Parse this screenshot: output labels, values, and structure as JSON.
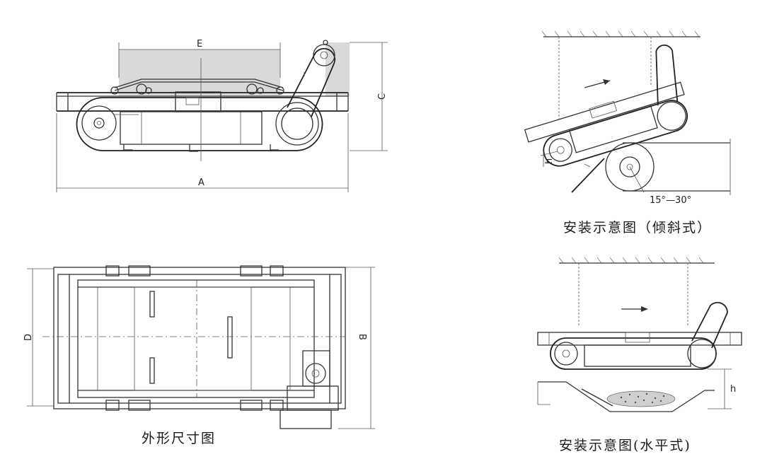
{
  "diagrams": {
    "side_view": {
      "dims": {
        "A": "A",
        "C": "C",
        "E": "E"
      }
    },
    "top_view": {
      "dims": {
        "B": "B",
        "D": "D"
      },
      "caption": "外形尺寸图"
    },
    "inclined": {
      "angle_label": "15°—30°",
      "h_label": "h",
      "caption": "安装示意图（倾斜式）"
    },
    "horizontal": {
      "h_label": "h",
      "caption": "安装示意图(水平式)"
    }
  },
  "colors": {
    "line": "#333333",
    "shade": "#d9d9d9",
    "background": "#ffffff"
  }
}
